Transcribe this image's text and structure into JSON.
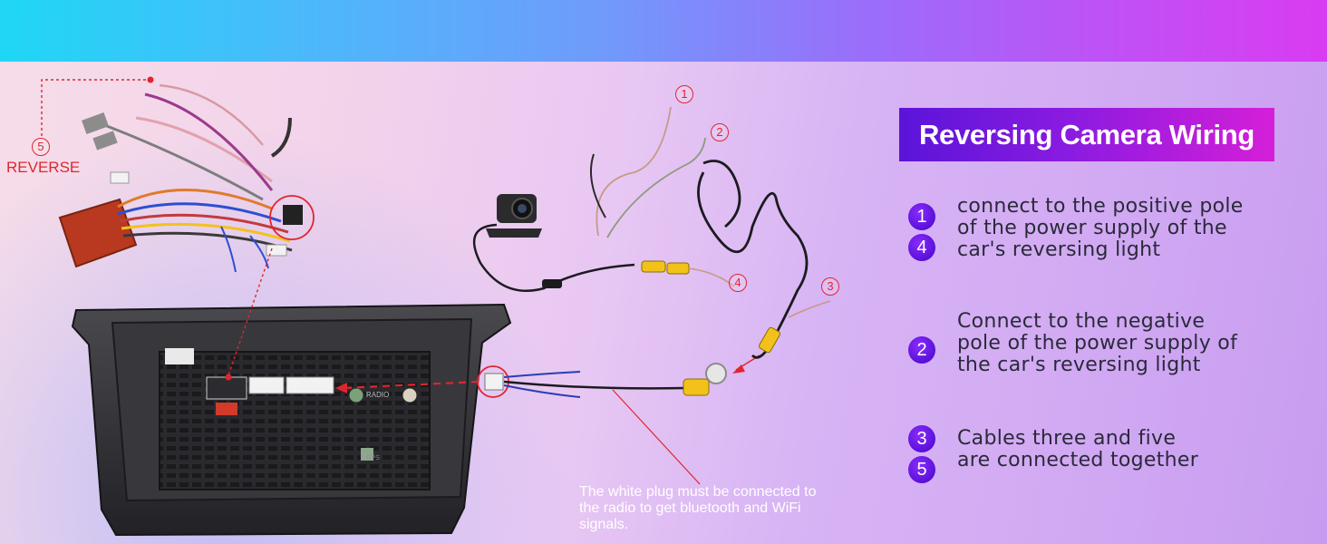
{
  "title": "Reversing Camera Wiring",
  "steps": [
    {
      "badges": [
        "1",
        "4"
      ],
      "lines": [
        "connect to the positive pole",
        "of the power supply of the",
        "car's reversing light"
      ]
    },
    {
      "badges": [
        "2"
      ],
      "lines": [
        "Connect to the negative",
        "pole of the power supply of",
        "the car's reversing light"
      ]
    },
    {
      "badges": [
        "3",
        "5"
      ],
      "lines": [
        "Cables three and five",
        "are connected together"
      ]
    }
  ],
  "note_lines": [
    "The white plug must be connected to",
    "the radio to get bluetooth and WiFi",
    "signals."
  ],
  "reverse_label": "REVERSE",
  "callouts": [
    "1",
    "2",
    "3",
    "4",
    "5"
  ],
  "radio_labels": {
    "radio": "RADIO",
    "gps": "GPS"
  },
  "colors": {
    "title_gradient_start": "#5b14d9",
    "title_gradient_end": "#d51fd8",
    "badge": "#5a10d8",
    "callout_red": "#e0262d",
    "rca_yellow": "#f2c21b",
    "harness_box": "#b8391f"
  }
}
